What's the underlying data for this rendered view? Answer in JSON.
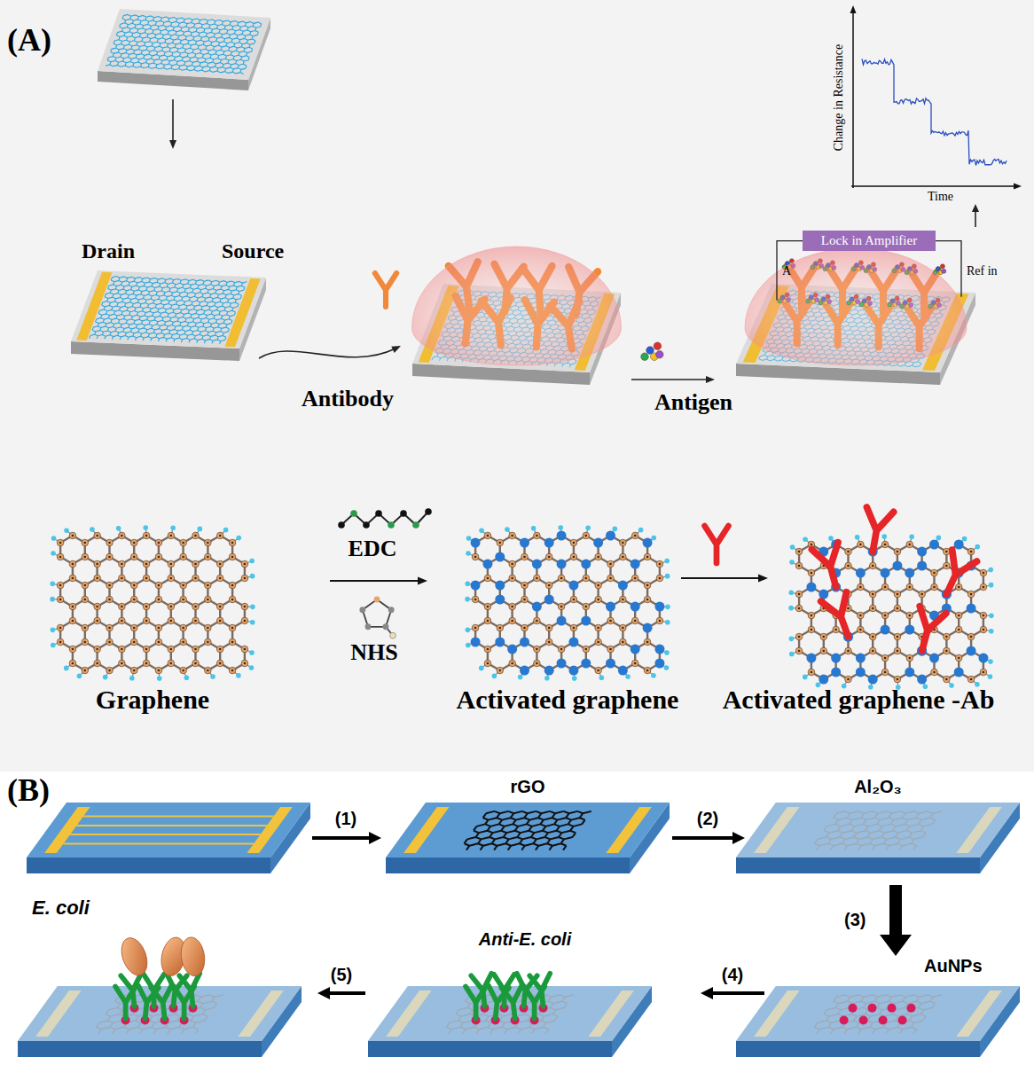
{
  "diagram": {
    "nodes": [
      {
        "text": [
          "Lock in Amplifier"
        ]
      }
    ],
    "labels": [
      "(A)",
      "Drain",
      "Source",
      "Antibody",
      "Antigen",
      "A",
      "Ref in",
      "Change in Resistance",
      "Time",
      "EDC",
      "NHS",
      "Graphene",
      "Activated graphene",
      "Activated graphene -Ab",
      "(B)",
      "rGO",
      "Al₂O₃",
      "(1)",
      "(2)",
      "(3)",
      "AuNPs",
      "(4)",
      "Anti-E. coli",
      "(5)",
      "E. coli"
    ]
  }
}
